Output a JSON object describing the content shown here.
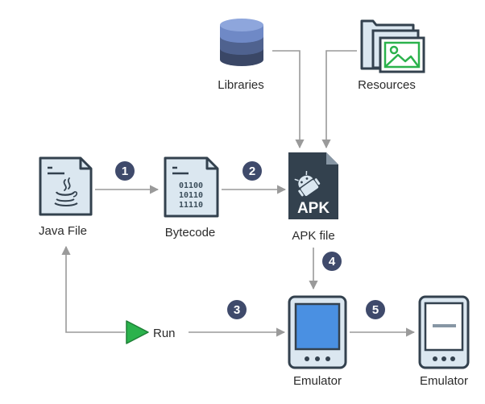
{
  "nodes": {
    "libraries": {
      "label": "Libraries",
      "icon": "database-icon"
    },
    "resources": {
      "label": "Resources",
      "icon": "image-folder-icon"
    },
    "java_file": {
      "label": "Java File",
      "icon": "java-file-icon"
    },
    "bytecode": {
      "label": "Bytecode",
      "icon": "bytecode-file-icon",
      "code_lines": [
        "01100",
        "10110",
        "11110"
      ]
    },
    "apk_file": {
      "label": "APK file",
      "icon": "apk-file-icon",
      "badge": "APK"
    },
    "run": {
      "label": "Run",
      "icon": "play-icon"
    },
    "emulator_blank": {
      "label": "Emulator",
      "icon": "phone-icon"
    },
    "emulator_app": {
      "label": "Emulator",
      "icon": "phone-app-icon"
    }
  },
  "steps": [
    "1",
    "2",
    "3",
    "4",
    "5"
  ],
  "colors": {
    "step_badge": "#3f4a6b",
    "arrow": "#9a9a9a",
    "file_fill": "#dbe7f0",
    "outline": "#33414e",
    "apk_fill": "#33414e",
    "screen_blue": "#4a90e2",
    "play_green": "#2bb24c",
    "db_top": "#6f89c6",
    "db_mid": "#4f628f",
    "db_bottom": "#3a4766"
  }
}
